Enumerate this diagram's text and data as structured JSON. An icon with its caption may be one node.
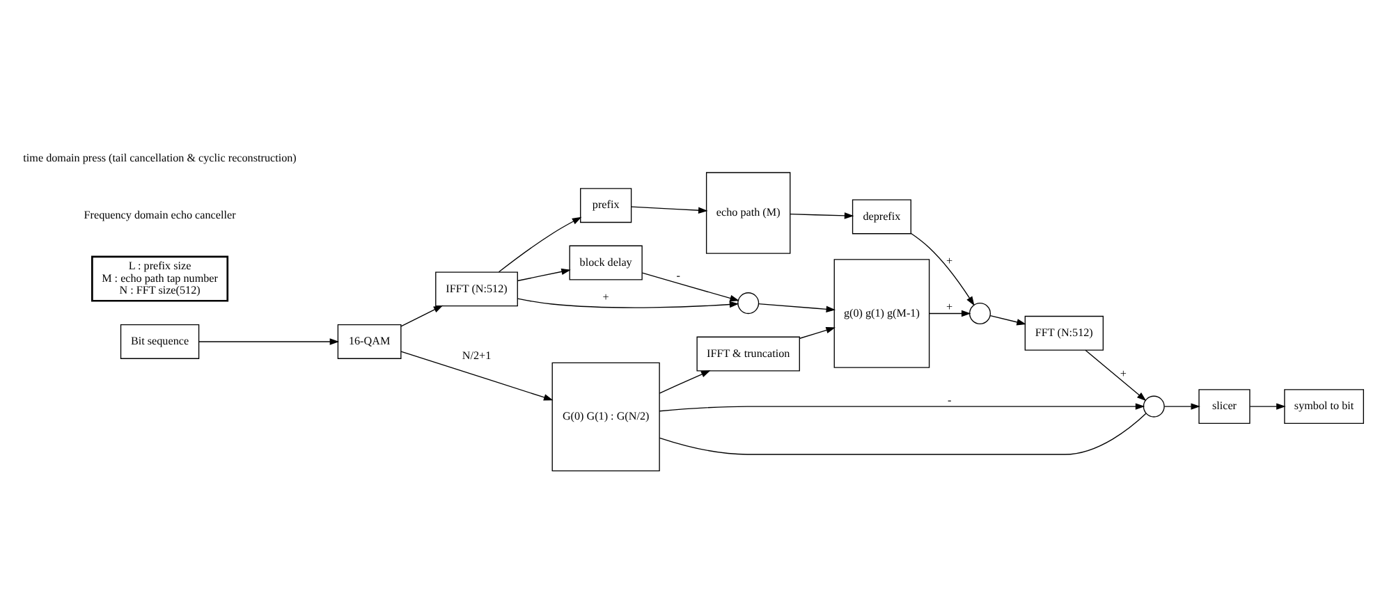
{
  "diagram": {
    "nodes": [
      {
        "text": [
          "Bit sequence"
        ]
      },
      {
        "text": [
          "16-QAM"
        ]
      },
      {
        "text": [
          "IFFT (N:512)"
        ]
      },
      {
        "text": [
          "block delay"
        ]
      },
      {
        "text": [],
        "shape": "circle"
      },
      {
        "text": [
          "prefix"
        ]
      },
      {
        "text": [
          "G(0) G(1) : G(N/2)"
        ]
      },
      {
        "text": [
          "IFFT & truncation"
        ]
      },
      {
        "text": [
          "g(0) g(1) g(M-1)"
        ]
      },
      {
        "text": [
          "echo path (M)"
        ]
      },
      {
        "text": [
          "symbol to bit"
        ]
      },
      {
        "text": [
          "slicer"
        ]
      },
      {
        "text": [],
        "shape": "circle"
      },
      {
        "text": [
          "FFT (N:512)"
        ]
      },
      {
        "text": [],
        "shape": "circle"
      },
      {
        "text": [
          "deprefix"
        ]
      },
      {
        "text": [
          "L : prefix size",
          "M : echo path tap number",
          "N : FFT size(512)"
        ]
      }
    ],
    "edges": [
      {
        "from": 0,
        "to": 1,
        "arrow": "to"
      },
      {
        "from": 1,
        "to": 2,
        "arrow": "to"
      },
      {
        "from": 1,
        "to": 6,
        "arrow": "to",
        "label": "N/2+1"
      },
      {
        "from": 2,
        "to": 3,
        "arrow": "to"
      },
      {
        "from": 2,
        "to": 4,
        "arrow": "to",
        "label": "+"
      },
      {
        "from": 2,
        "to": 5,
        "arrow": "to"
      },
      {
        "from": 3,
        "to": 4,
        "arrow": "to",
        "label": "-"
      },
      {
        "from": 4,
        "to": 8,
        "arrow": "to"
      },
      {
        "from": 6,
        "to": 7,
        "arrow": "to"
      },
      {
        "from": 7,
        "to": 8,
        "arrow": "to"
      },
      {
        "from": 5,
        "to": 9,
        "arrow": "to"
      },
      {
        "from": 9,
        "to": 15,
        "arrow": "to"
      },
      {
        "from": 15,
        "to": 14,
        "arrow": "to",
        "label": "+"
      },
      {
        "from": 8,
        "to": 14,
        "arrow": "to",
        "label": "+"
      },
      {
        "from": 14,
        "to": 13,
        "arrow": "to"
      },
      {
        "from": 13,
        "to": 12,
        "arrow": "to",
        "label": "+"
      },
      {
        "from": 6,
        "to": 12,
        "arrow": "to",
        "label": "-"
      },
      {
        "from": 12,
        "to": 11,
        "arrow": "to"
      },
      {
        "from": 11,
        "to": 10,
        "arrow": "to"
      },
      {
        "from": 12,
        "to": 6,
        "arrow": "none"
      }
    ],
    "labels": [
      "Frequency domain echo canceller",
      "time domain press (tail cancellation & cyclic reconstruction)"
    ]
  }
}
